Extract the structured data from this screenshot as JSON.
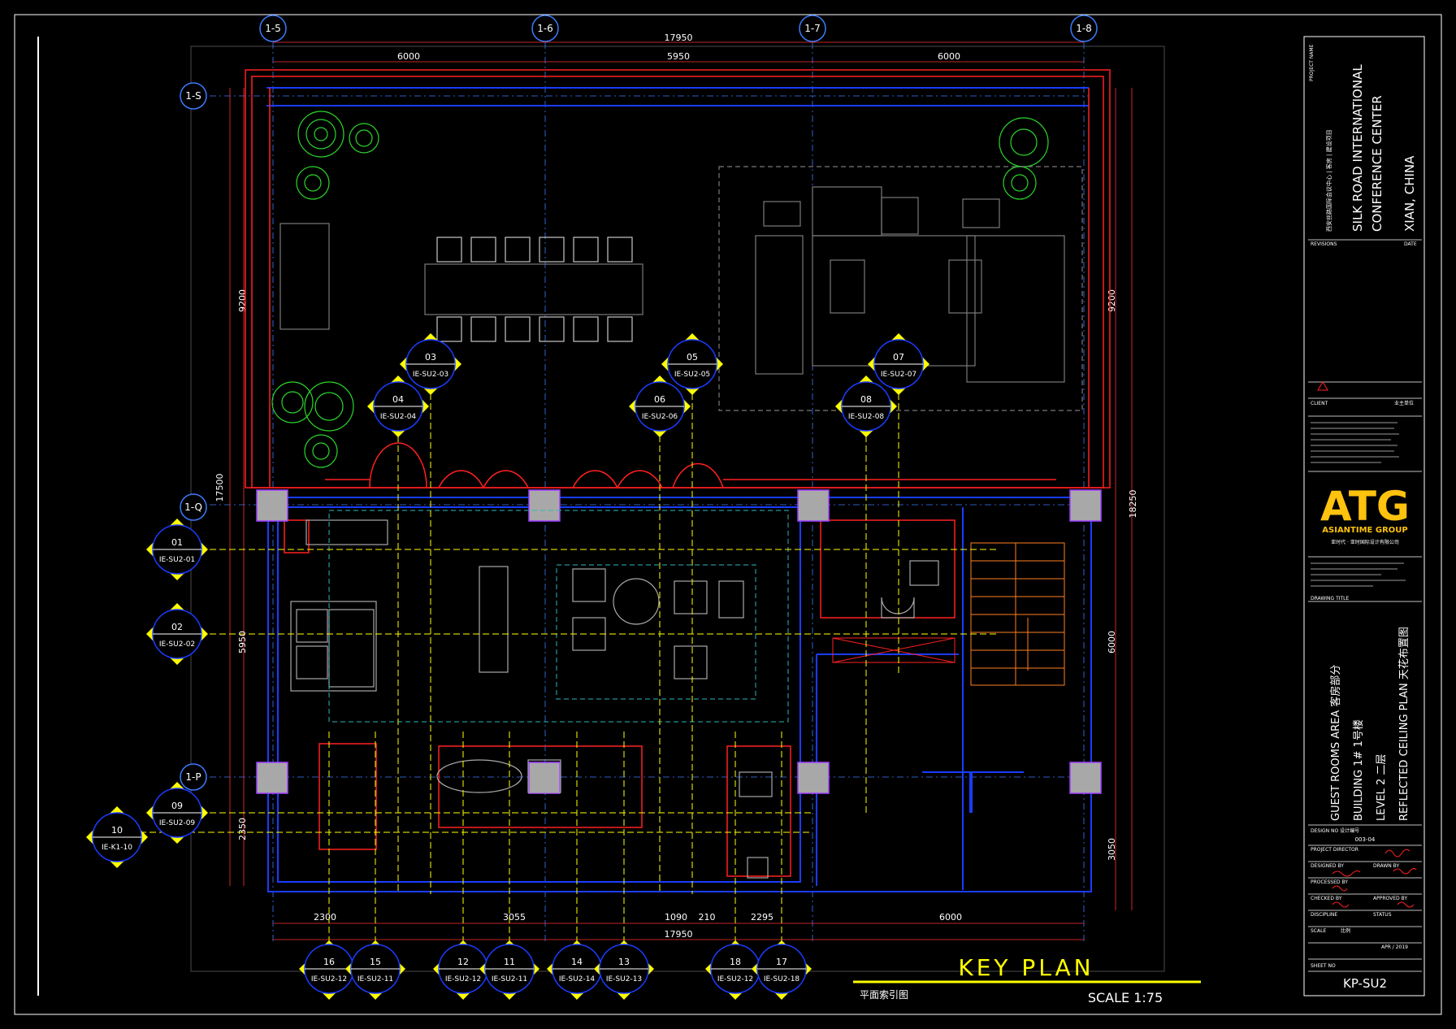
{
  "grid": {
    "top": [
      "1-5",
      "1-6",
      "1-7",
      "1-8"
    ],
    "left": [
      "1-S",
      "1-Q",
      "1-P"
    ]
  },
  "dimensions": {
    "top_total": "17950",
    "top_segments": [
      "6000",
      "5950",
      "6000"
    ],
    "bottom_total": "17950",
    "bottom_segments": [
      "2300",
      "3055",
      "1090",
      "210",
      "2295",
      "6000"
    ],
    "left_outer": "17500",
    "left_segments": [
      "9200",
      "5950",
      "2350"
    ],
    "right_outer": "18250",
    "right_segments": [
      "9200",
      "6000",
      "3050"
    ]
  },
  "section_markers_top": [
    {
      "num": "03",
      "ref": "IE-SU2-03"
    },
    {
      "num": "04",
      "ref": "IE-SU2-04"
    },
    {
      "num": "05",
      "ref": "IE-SU2-05"
    },
    {
      "num": "06",
      "ref": "IE-SU2-06"
    },
    {
      "num": "07",
      "ref": "IE-SU2-07"
    },
    {
      "num": "08",
      "ref": "IE-SU2-08"
    }
  ],
  "section_markers_left": [
    {
      "num": "01",
      "ref": "IE-SU2-01"
    },
    {
      "num": "02",
      "ref": "IE-SU2-02"
    },
    {
      "num": "09",
      "ref": "IE-SU2-09"
    },
    {
      "num": "10",
      "ref": "IE-K1-10"
    }
  ],
  "section_markers_bottom": [
    {
      "num": "16",
      "ref": "IE-SU2-12"
    },
    {
      "num": "15",
      "ref": "IE-SU2-11"
    },
    {
      "num": "12",
      "ref": "IE-SU2-12"
    },
    {
      "num": "11",
      "ref": "IE-SU2-11"
    },
    {
      "num": "14",
      "ref": "IE-SU2-14"
    },
    {
      "num": "13",
      "ref": "IE-SU2-13"
    },
    {
      "num": "18",
      "ref": "IE-SU2-12"
    },
    {
      "num": "17",
      "ref": "IE-SU2-18"
    }
  ],
  "title_block": {
    "project_name_label": "PROJECT NAME",
    "project_cn": "西安丝路国际会议中心 | 客房 | 建设项目",
    "project_line1": "SILK ROAD INTERNATIONAL",
    "project_line2": "CONFERENCE CENTER",
    "project_line3": "XIAN, CHINA",
    "revisions_label": "REVISIONS",
    "date_label": "DATE",
    "client_label": "CLIENT",
    "client_value": "业主单位",
    "logo": "ATG",
    "logo_sub": "ASIANTIME GROUP",
    "logo_cn": "亚时代 · 亚时国际设计有限公司",
    "drawing_title_label": "DRAWING TITLE",
    "title_line1": "GUEST ROOMS AREA   客房部分",
    "title_line2": "BUILDING 1#   1号楼",
    "title_line3": "LEVEL 2   二层",
    "title_line4": "REFLECTED CEILING PLAN   天花布置图",
    "design_no_label": "DESIGN NO 设计编号",
    "design_no": "003-04",
    "project_director_label": "PROJECT DIRECTOR",
    "designed_by_label": "DESIGNED BY",
    "drawn_by_label": "DRAWN BY",
    "processed_by_label": "PROCESSED BY",
    "checked_by_label": "CHECKED BY",
    "approved_by_label": "APPROVED BY",
    "discipline_label": "DISCIPLINE",
    "status_label": "STATUS",
    "scale_label": "SCALE",
    "scale_value": "比例",
    "date_value": "APR / 2019",
    "sheet_no_label": "SHEET NO",
    "sheet_no": "KP-SU2"
  },
  "plan": {
    "title": "KEY PLAN",
    "title_cn": "平面索引图",
    "scale": "SCALE 1:75"
  },
  "colors": {
    "background": "#000000",
    "wall_red": "#ff2020",
    "wall_blue": "#1a3cff",
    "grid_blue": "#3b7bff",
    "marker_yellow": "#ffff00",
    "furniture_gray": "#7a7a7a",
    "tree_green": "#2bd62b",
    "column_fill": "#a8a8a8",
    "logo_yellow": "#ffc20e"
  }
}
